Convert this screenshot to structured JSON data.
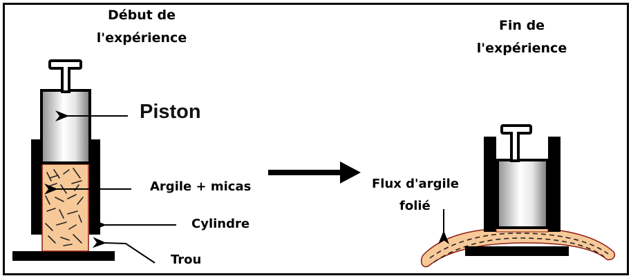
{
  "diagram": {
    "start": {
      "title_line1": "Début de",
      "title_line2": "l'expérience"
    },
    "end": {
      "title_line1": "Fin de",
      "title_line2": "l'expérience"
    },
    "labels": {
      "piston": "Piston",
      "clay_micas": "Argile + micas",
      "cylinder": "Cylindre",
      "hole": "Trou",
      "flow_line1": "Flux d'argile",
      "flow_line2": "folié"
    },
    "colors": {
      "outline": "#000000",
      "clay_fill": "#f7c999",
      "clay_border": "#8b1a10",
      "piston_light": "#ffffff",
      "piston_dark": "#8c8c8c"
    }
  }
}
